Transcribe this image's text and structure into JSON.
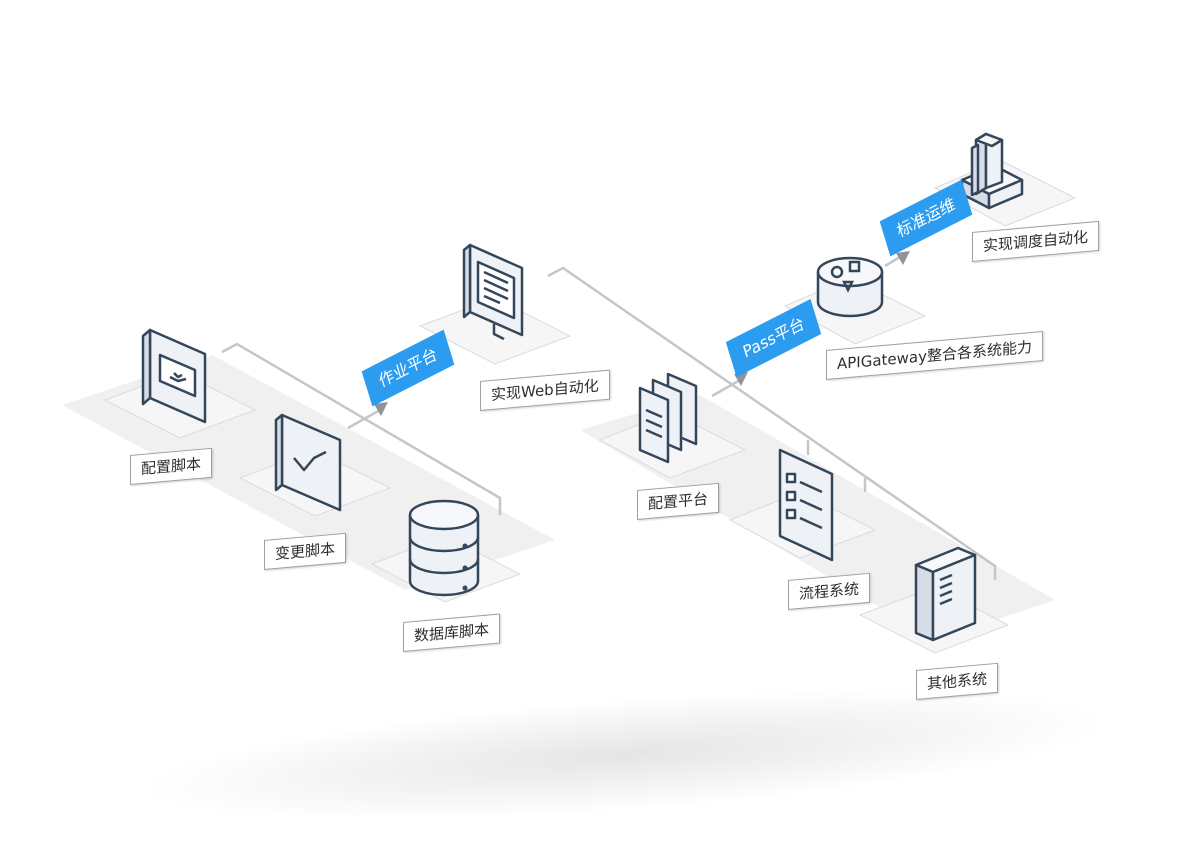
{
  "tags": {
    "job_platform": "作业平台",
    "pass_platform": "Pass平台",
    "standard_ops": "标准运维"
  },
  "labels": {
    "config_script": "配置脚本",
    "change_script": "变更脚本",
    "database_script": "数据库脚本",
    "web_automation": "实现Web自动化",
    "config_platform": "配置平台",
    "api_gateway": "APIGateway整合各系统能力",
    "process_system": "流程系统",
    "other_system": "其他系统",
    "schedule_automation": "实现调度自动化"
  },
  "colors": {
    "accent": "#2c9cf0",
    "icon_stroke": "#34475a",
    "icon_fill": "#eef1f6",
    "platform": "#f3f3f4",
    "platform_edge": "#d5d7da",
    "connector": "#c3c6ca",
    "arrow": "#8f9499"
  }
}
